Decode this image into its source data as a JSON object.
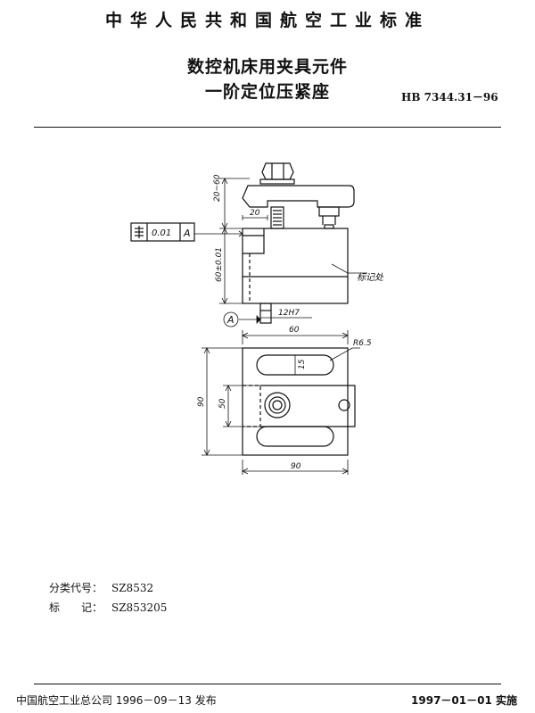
{
  "header": {
    "standard_org_title": "中华人民共和国航空工业标准",
    "title_line1": "数控机床用夹具元件",
    "title_line2": "一阶定位压紧座",
    "standard_code": "HB 7344.31－96"
  },
  "drawing": {
    "dim_height_top": "20~60",
    "dim_width_20": "20",
    "tolerance_value": "0.01",
    "datum_letter": "A",
    "dim_height_main": "60±0.01",
    "callout_marking": "标记处",
    "dim_slot_width": "12H7",
    "datum_label": "A",
    "dim_width_60": "60",
    "dim_radius": "R6.5",
    "dim_15": "15",
    "dim_height_90": "90",
    "dim_height_50": "50",
    "dim_width_90": "90"
  },
  "meta": {
    "classification_label": "分类代号：",
    "classification_value": "SZ8532",
    "mark_label": "标　　记：",
    "mark_value": "SZ853205"
  },
  "footer": {
    "issued": "中国航空工业总公司 1996－09－13 发布",
    "effective": "1997－01－01 实施"
  }
}
